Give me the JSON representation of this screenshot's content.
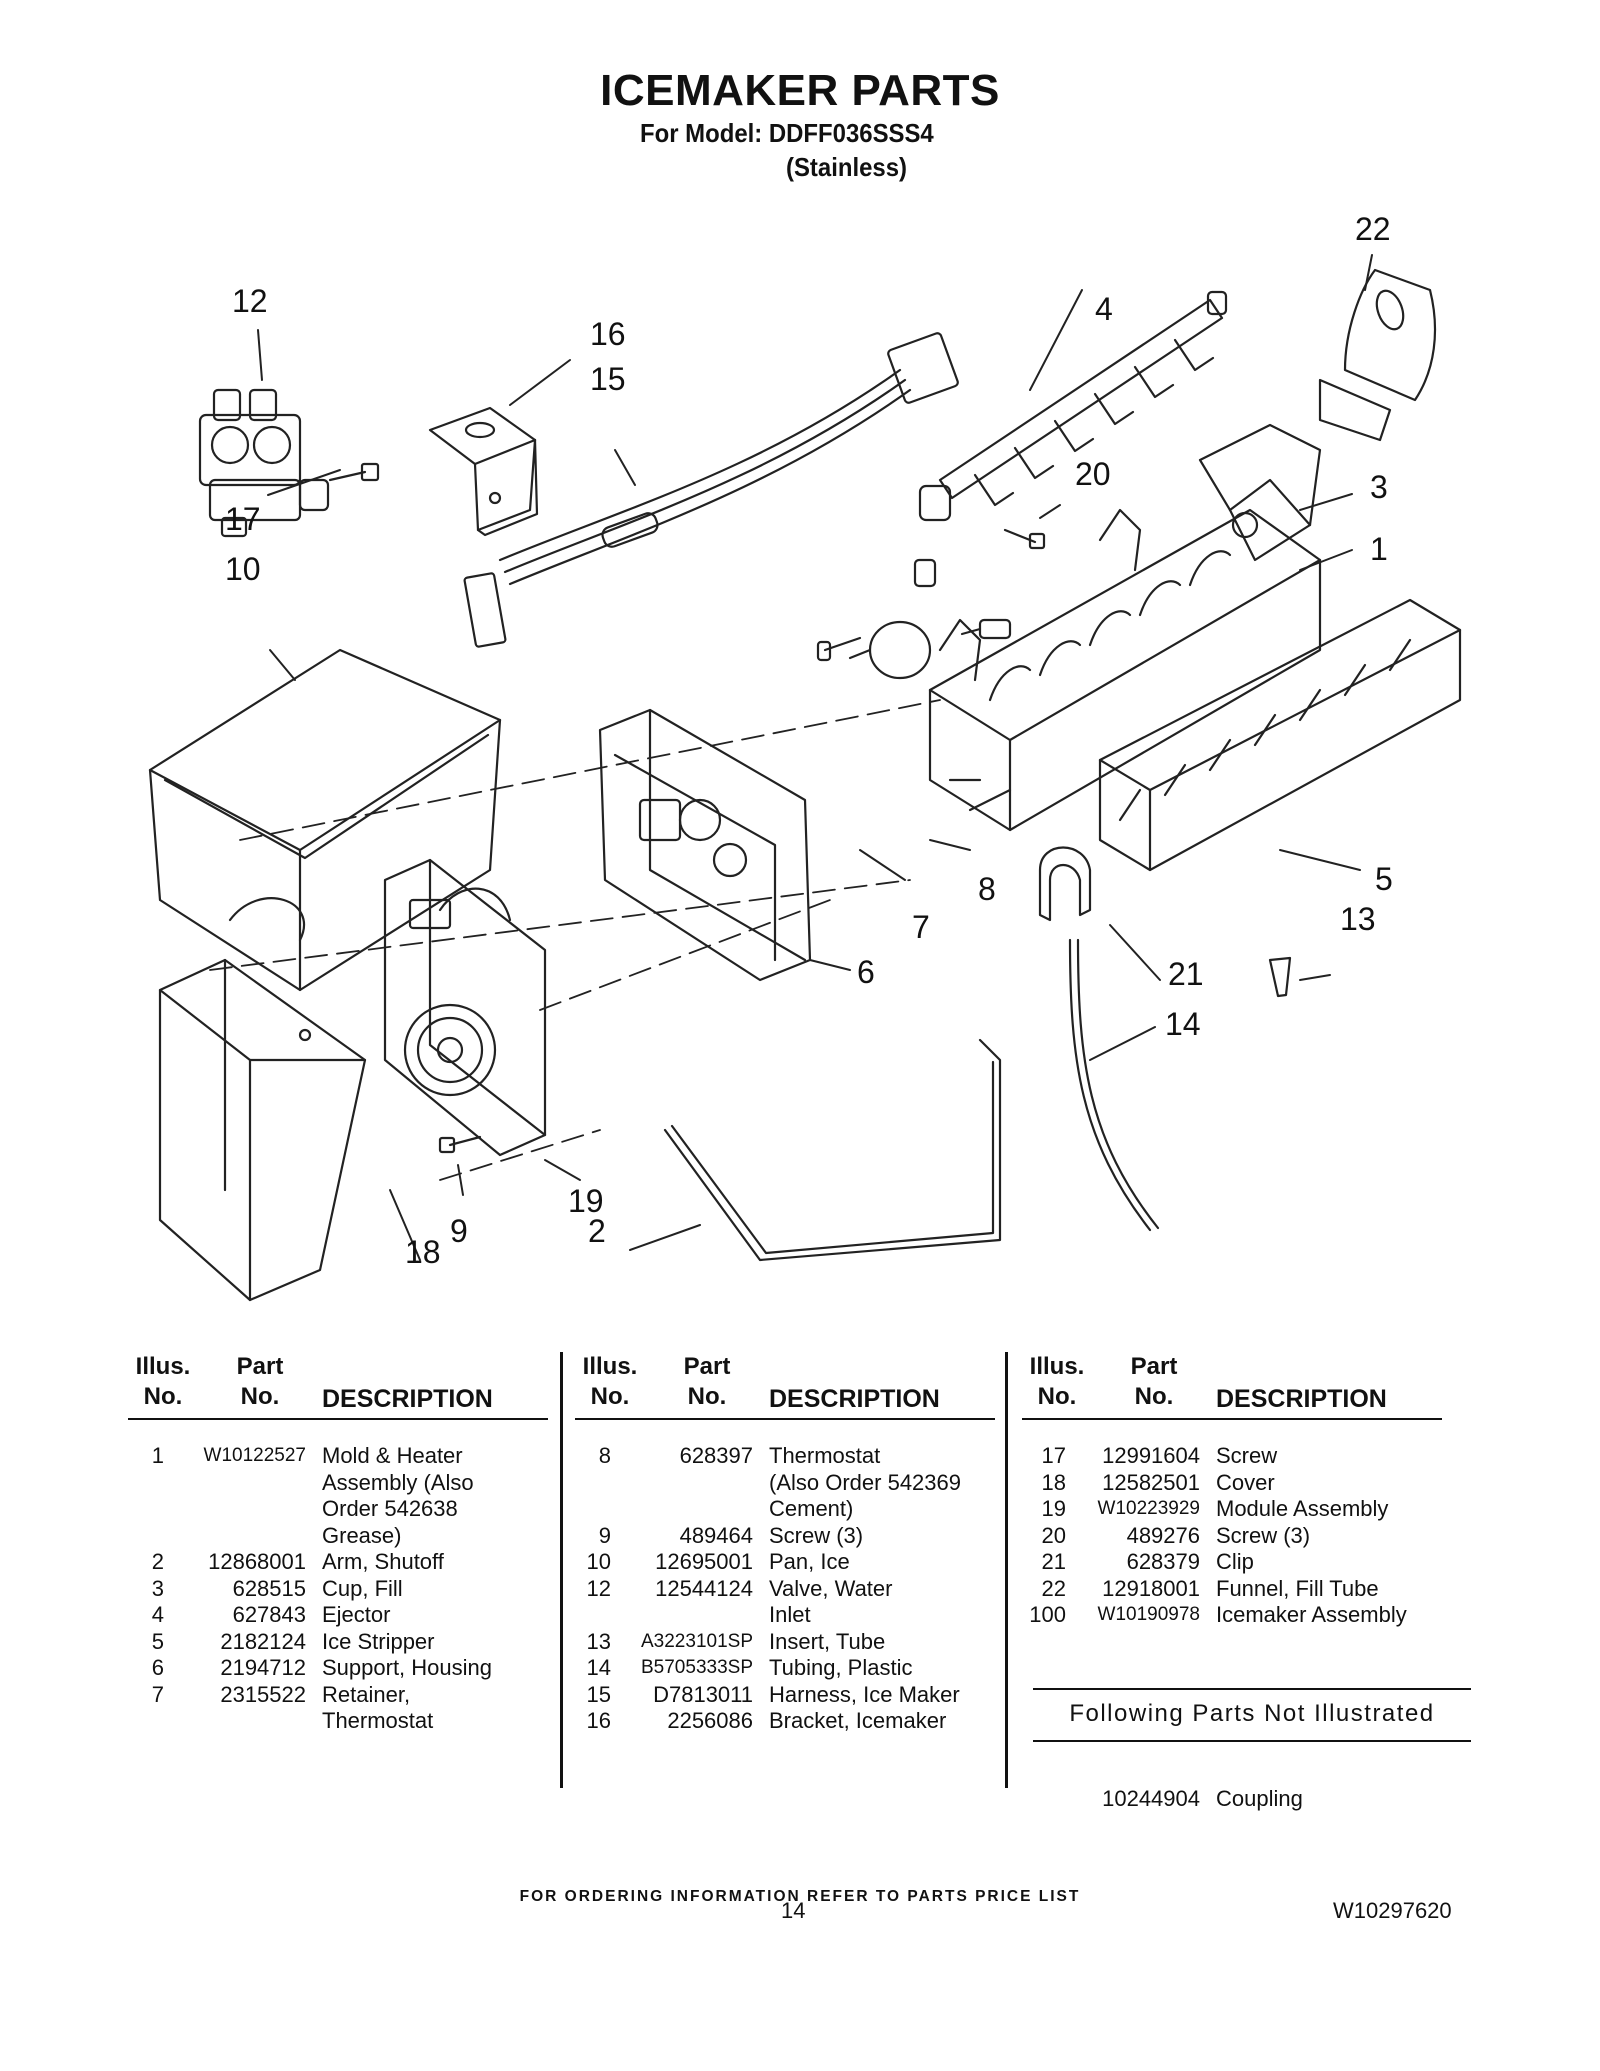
{
  "header": {
    "title": "ICEMAKER PARTS",
    "model_line": "For Model: DDFF036SSS4",
    "finish_line": "(Stainless)"
  },
  "diagram": {
    "callouts": [
      "12",
      "16",
      "15",
      "4",
      "22",
      "20",
      "3",
      "1",
      "17",
      "10",
      "5",
      "8",
      "7",
      "6",
      "13",
      "21",
      "14",
      "19",
      "9",
      "2",
      "18"
    ]
  },
  "table": {
    "headers": {
      "illus": "Illus.\nNo.",
      "part": "Part\nNo.",
      "description": "DESCRIPTION"
    },
    "columns": [
      [
        {
          "no": "1",
          "part": "W10122527",
          "desc": "Mold & Heater\nAssembly (Also\nOrder 542638\nGrease)"
        },
        {
          "no": "2",
          "part": "12868001",
          "desc": "Arm, Shutoff"
        },
        {
          "no": "3",
          "part": "628515",
          "desc": "Cup, Fill"
        },
        {
          "no": "4",
          "part": "627843",
          "desc": "Ejector"
        },
        {
          "no": "5",
          "part": "2182124",
          "desc": "Ice Stripper"
        },
        {
          "no": "6",
          "part": "2194712",
          "desc": "Support, Housing"
        },
        {
          "no": "7",
          "part": "2315522",
          "desc": "Retainer,\nThermostat"
        }
      ],
      [
        {
          "no": "8",
          "part": "628397",
          "desc": "Thermostat\n(Also Order 542369\n Cement)"
        },
        {
          "no": "9",
          "part": "489464",
          "desc": "Screw (3)"
        },
        {
          "no": "10",
          "part": "12695001",
          "desc": "Pan, Ice"
        },
        {
          "no": "12",
          "part": "12544124",
          "desc": "Valve, Water\nInlet"
        },
        {
          "no": "13",
          "part": "A3223101SP",
          "desc": "Insert, Tube"
        },
        {
          "no": "14",
          "part": "B5705333SP",
          "desc": "Tubing, Plastic"
        },
        {
          "no": "15",
          "part": "D7813011",
          "desc": "Harness, Ice Maker"
        },
        {
          "no": "16",
          "part": "2256086",
          "desc": "Bracket, Icemaker"
        }
      ],
      [
        {
          "no": "17",
          "part": "12991604",
          "desc": "Screw"
        },
        {
          "no": "18",
          "part": "12582501",
          "desc": "Cover"
        },
        {
          "no": "19",
          "part": "W10223929",
          "desc": "Module Assembly"
        },
        {
          "no": "20",
          "part": "489276",
          "desc": "Screw (3)"
        },
        {
          "no": "21",
          "part": "628379",
          "desc": "Clip"
        },
        {
          "no": "22",
          "part": "12918001",
          "desc": "Funnel, Fill Tube"
        },
        {
          "no": "100",
          "part": "W10190978",
          "desc": "Icemaker Assembly"
        }
      ]
    ],
    "not_illustrated": {
      "title": "Following Parts Not Illustrated",
      "items": [
        {
          "part": "10244904",
          "desc": "Coupling"
        }
      ]
    }
  },
  "footer": {
    "ordering_note": "FOR ORDERING INFORMATION REFER TO PARTS PRICE LIST",
    "page_number": "14",
    "document_number": "W10297620"
  }
}
